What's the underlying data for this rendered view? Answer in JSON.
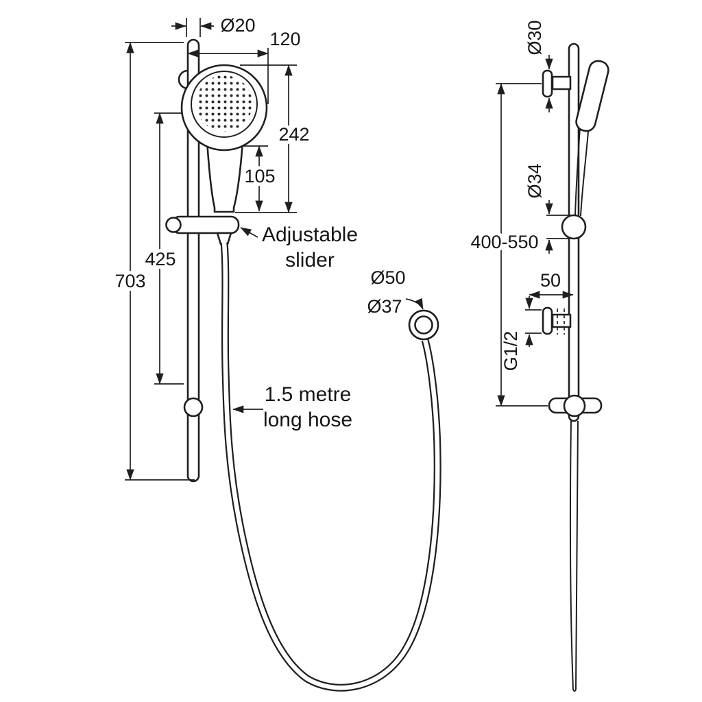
{
  "colors": {
    "ink": "#1f1f1f",
    "background": "#ffffff"
  },
  "front_view": {
    "rail_diameter": "Ø20",
    "head_width": "120",
    "head_length": "242",
    "handle_length": "105",
    "slider_travel": "425",
    "rail_length": "703",
    "slider_label_line1": "Adjustable",
    "slider_label_line2": "slider",
    "elbow_outer_diameter": "Ø50",
    "elbow_inner_diameter": "Ø37",
    "hose_label_line1": "1.5 metre",
    "hose_label_line2": "long hose"
  },
  "side_view": {
    "bracket_diameter": "Ø30",
    "slider_diameter": "Ø34",
    "mounting_height_range": "400-550",
    "wall_offset": "50",
    "thread_size": "G1/2"
  }
}
